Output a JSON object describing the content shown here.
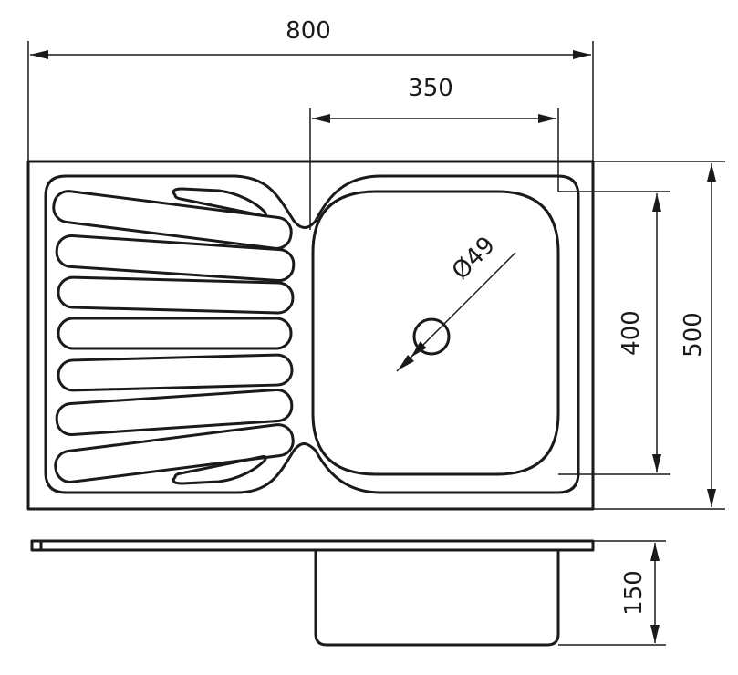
{
  "dimensions": {
    "overall_width": "800",
    "bowl_width": "350",
    "bowl_height": "400",
    "overall_depth": "500",
    "drain_diameter": "Ø49",
    "bowl_depth": "150"
  },
  "colors": {
    "line": "#1a1a1a",
    "background": "#ffffff"
  }
}
